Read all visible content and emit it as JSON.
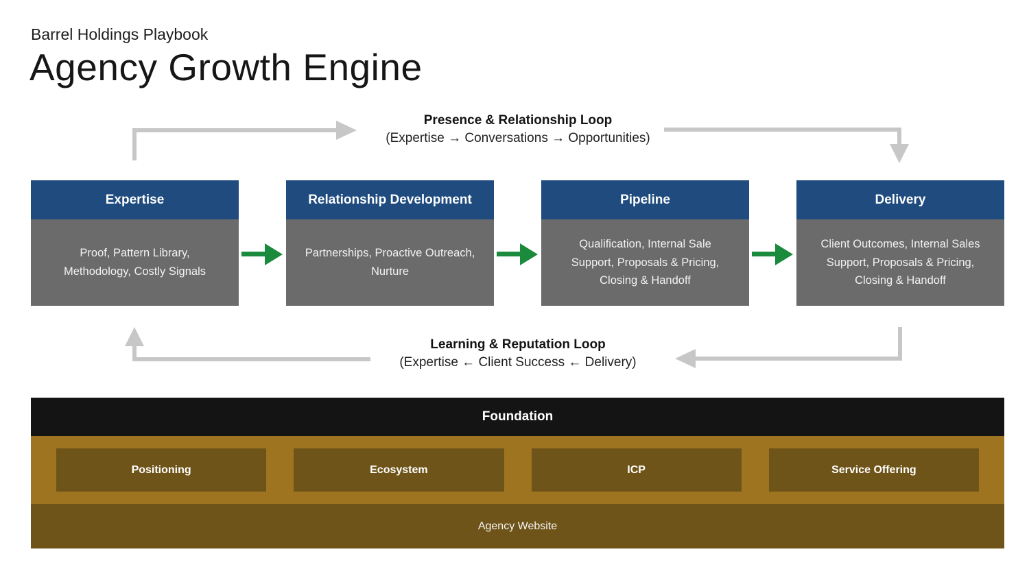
{
  "header": {
    "eyebrow": "Barrel Holdings Playbook",
    "title": "Agency Growth Engine"
  },
  "loops": {
    "top": {
      "title": "Presence & Relationship Loop",
      "subtitle": "(Expertise → Conversations → Opportunities)"
    },
    "bottom": {
      "title": "Learning & Reputation Loop",
      "subtitle": "(Expertise ← Client Success ← Delivery)"
    }
  },
  "flow": {
    "stages": [
      {
        "title": "Expertise",
        "description": "Proof, Pattern Library, Methodology, Costly Signals"
      },
      {
        "title": "Relationship Development",
        "description": "Partnerships, Proactive Outreach, Nurture"
      },
      {
        "title": "Pipeline",
        "description": "Qualification, Internal Sale Support, Proposals & Pricing, Closing & Handoff"
      },
      {
        "title": "Delivery",
        "description": "Client Outcomes, Internal Sales Support, Proposals & Pricing, Closing & Handoff"
      }
    ]
  },
  "foundation": {
    "title": "Foundation",
    "pillars": [
      {
        "label": "Positioning"
      },
      {
        "label": "Ecosystem"
      },
      {
        "label": "ICP"
      },
      {
        "label": "Service Offering"
      }
    ],
    "base_label": "Agency Website"
  },
  "colors": {
    "stage_header_blue": "#1F4B7E",
    "stage_body_gray": "#6B6B6B",
    "flow_arrow_green": "#1A8A3C",
    "loop_arrow_gray": "#C7C7C7",
    "foundation_header_black": "#141414",
    "foundation_gold": "#9E7420",
    "foundation_dark_gold": "#6F5419"
  }
}
